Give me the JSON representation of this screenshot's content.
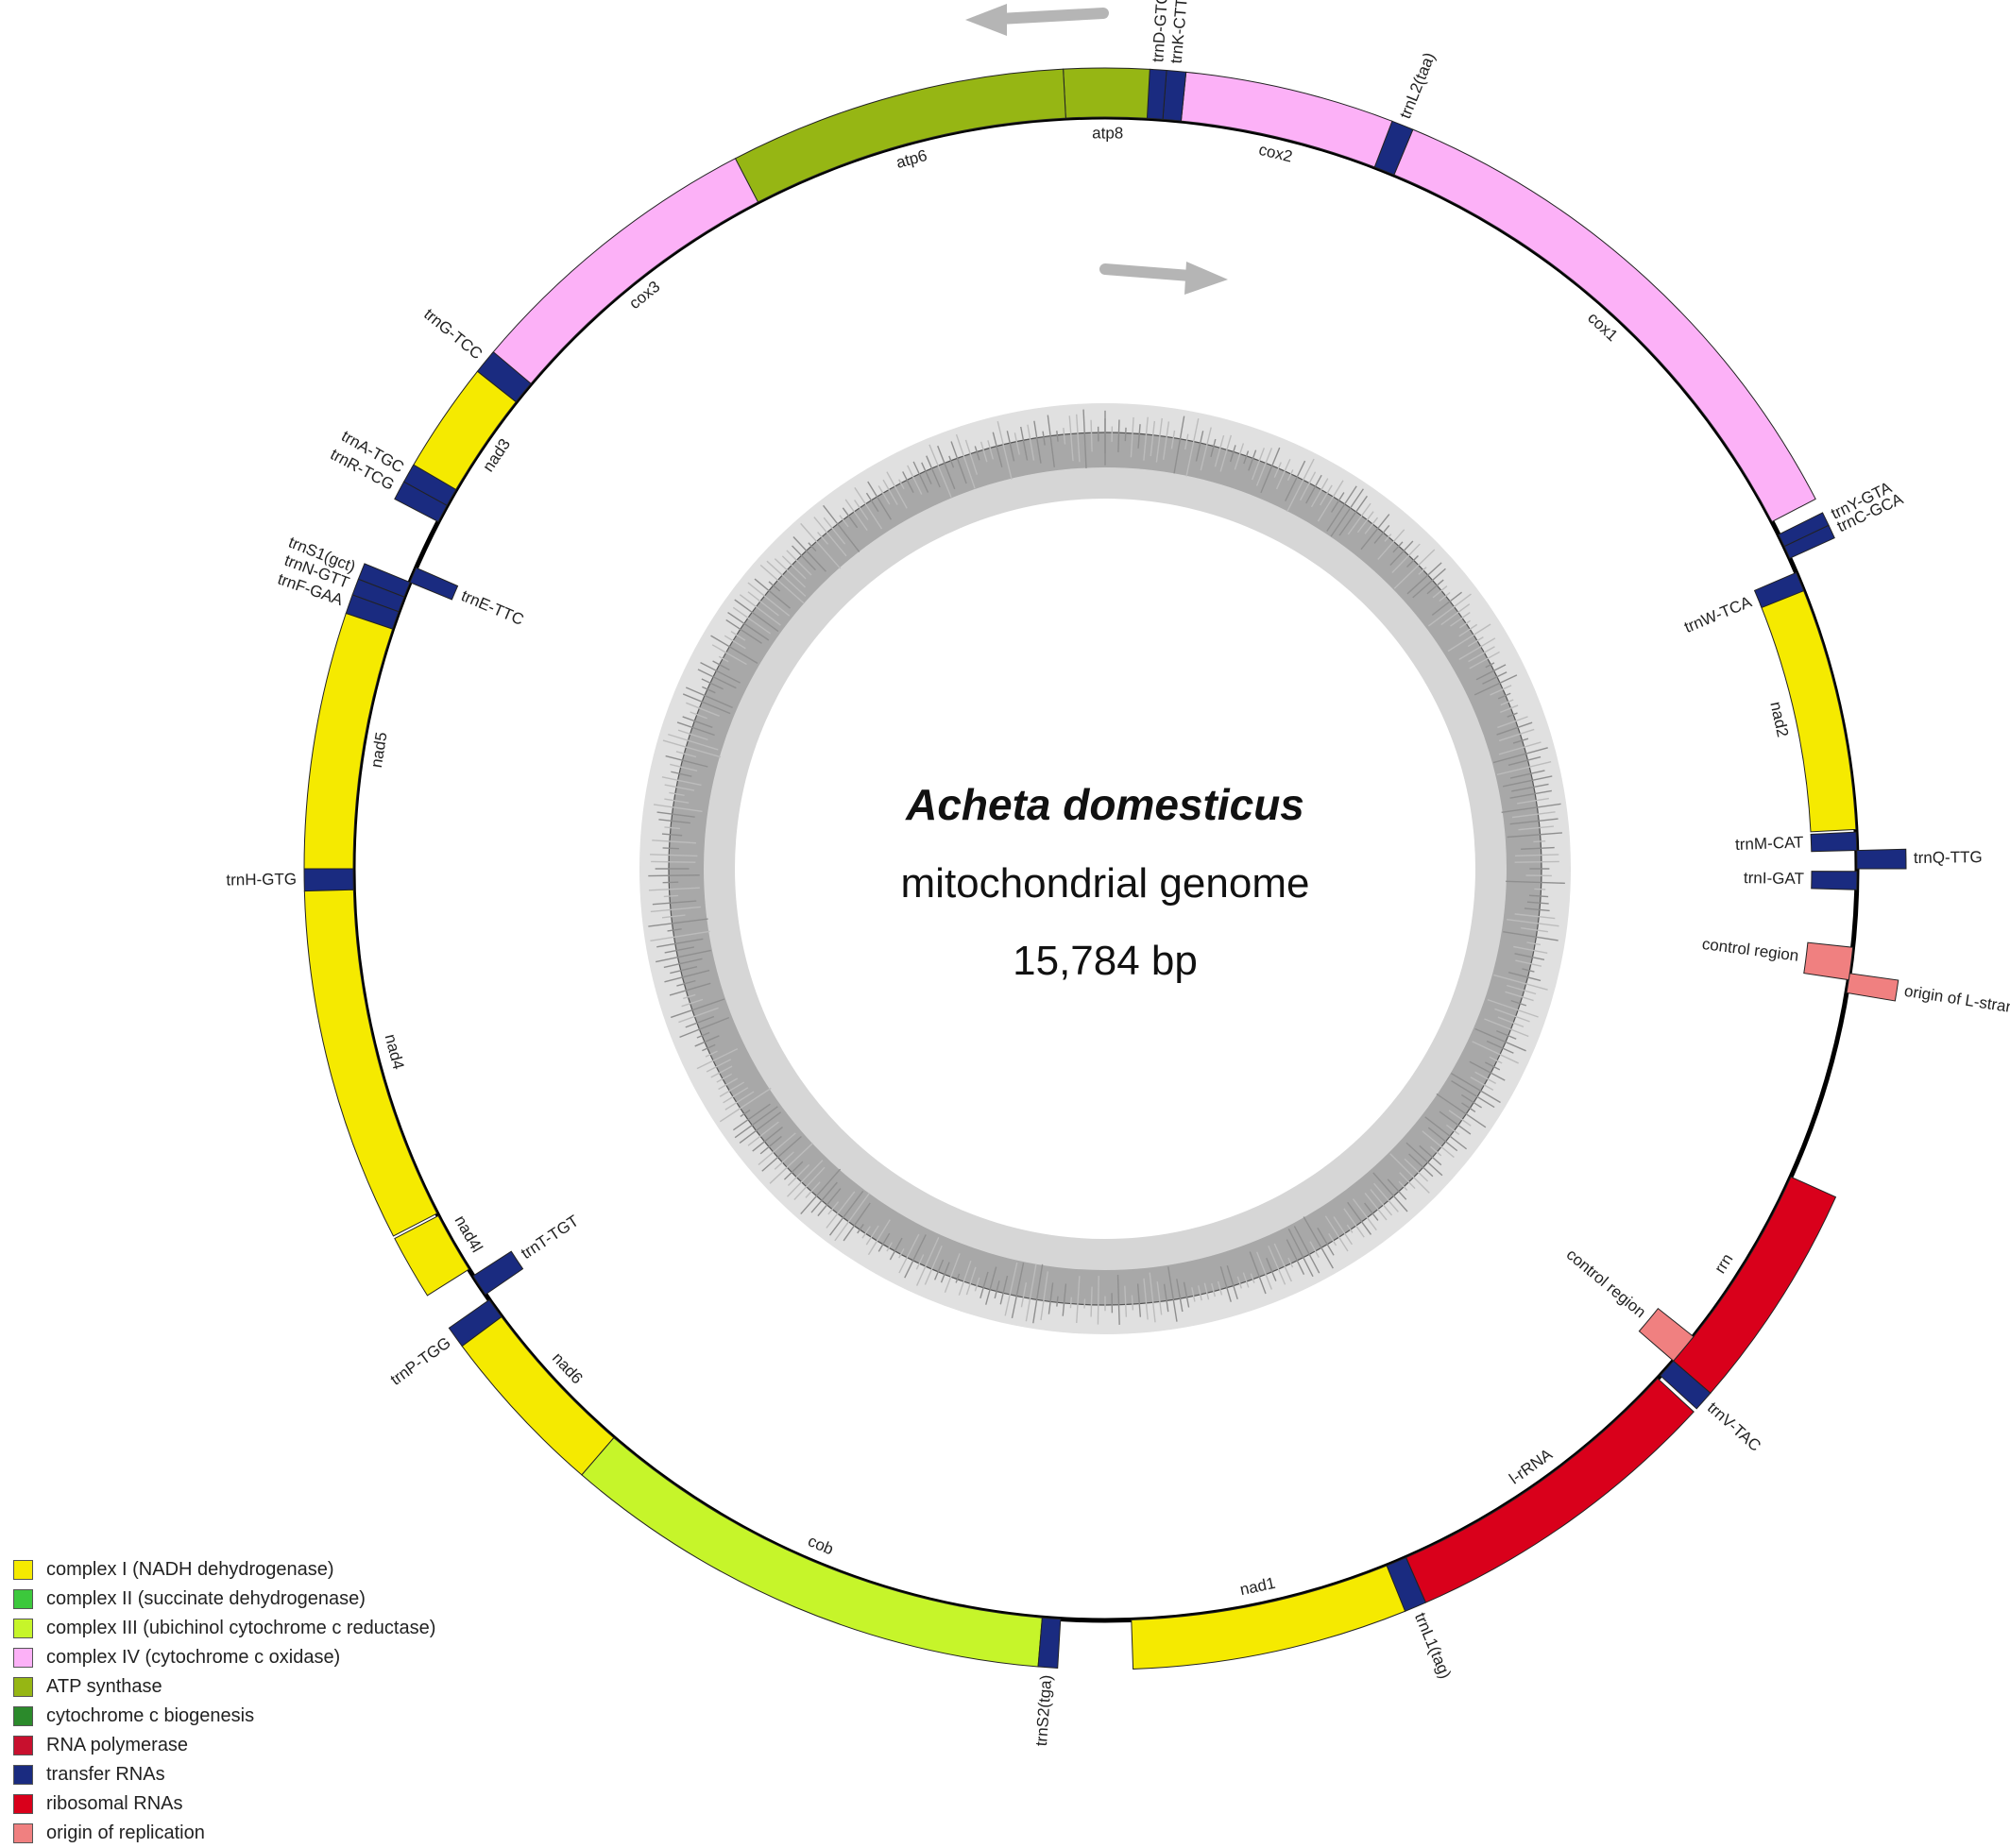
{
  "organism": "Acheta domesticus",
  "subtitle": "mitochondrial genome",
  "genome_size": "15,784 bp",
  "colors": {
    "complex_I": "#f5ea00",
    "complex_II": "#3cc83c",
    "complex_III": "#c6f52a",
    "complex_IV": "#fcb1f7",
    "atp": "#96b614",
    "cyt_c": "#2b8a2b",
    "rna_pol": "#c8102e",
    "trna": "#1a2b80",
    "rrna": "#d9001b",
    "ori": "#f08080"
  },
  "legend": [
    {
      "label": "complex I (NADH dehydrogenase)",
      "color": "#f5ea00"
    },
    {
      "label": "complex II (succinate dehydrogenase)",
      "color": "#3cc83c"
    },
    {
      "label": "complex III (ubichinol cytochrome c reductase)",
      "color": "#c6f52a"
    },
    {
      "label": "complex IV (cytochrome c oxidase)",
      "color": "#fcb1f7"
    },
    {
      "label": "ATP synthase",
      "color": "#96b614"
    },
    {
      "label": "cytochrome c biogenesis",
      "color": "#2b8a2b"
    },
    {
      "label": "RNA polymerase",
      "color": "#c8102e"
    },
    {
      "label": "transfer RNAs",
      "color": "#1a2b80"
    },
    {
      "label": "ribosomal RNAs",
      "color": "#d9001b"
    },
    {
      "label": "origin of replication",
      "color": "#f08080"
    }
  ],
  "features": [
    {
      "label": "atp8",
      "color": "#96b614",
      "start": 357.0,
      "end": 3.4,
      "strand": "out"
    },
    {
      "label": "atp6",
      "color": "#96b614",
      "start": 332.5,
      "end": 357.0,
      "strand": "out"
    },
    {
      "label": "cox3",
      "color": "#fcb1f7",
      "start": 310.0,
      "end": 332.5,
      "strand": "out"
    },
    {
      "label": "trnG-TCC",
      "color": "#1a2b80",
      "start": 308.4,
      "end": 310.2,
      "strand": "out"
    },
    {
      "label": "nad3",
      "color": "#f5ea00",
      "start": 300.0,
      "end": 308.4,
      "strand": "out"
    },
    {
      "label": "trnA-TGC",
      "color": "#1a2b80",
      "start": 298.9,
      "end": 300.3,
      "strand": "out"
    },
    {
      "label": "trnR-TCG",
      "color": "#1a2b80",
      "start": 297.5,
      "end": 298.9,
      "strand": "out"
    },
    {
      "label": "trnE-TTC",
      "color": "#1a2b80",
      "start": 292.4,
      "end": 293.6,
      "strand": "in"
    },
    {
      "label": "trnS1(gct)",
      "color": "#1a2b80",
      "start": 291.2,
      "end": 292.4,
      "strand": "out"
    },
    {
      "label": "trnN-GTT",
      "color": "#1a2b80",
      "start": 290.0,
      "end": 291.2,
      "strand": "out"
    },
    {
      "label": "trnF-GAA",
      "color": "#1a2b80",
      "start": 288.6,
      "end": 290.0,
      "strand": "out"
    },
    {
      "label": "nad5",
      "color": "#f5ea00",
      "start": 270.0,
      "end": 288.6,
      "strand": "out"
    },
    {
      "label": "trnH-GTG",
      "color": "#1a2b80",
      "start": 268.4,
      "end": 270.0,
      "strand": "out"
    },
    {
      "label": "nad4",
      "color": "#f5ea00",
      "start": 242.7,
      "end": 268.4,
      "strand": "out"
    },
    {
      "label": "nad4l",
      "color": "#f5ea00",
      "start": 237.8,
      "end": 242.5,
      "strand": "out"
    },
    {
      "label": "trnT-TGT",
      "color": "#1a2b80",
      "start": 235.5,
      "end": 237.2,
      "strand": "in"
    },
    {
      "label": "trnP-TGG",
      "color": "#1a2b80",
      "start": 233.4,
      "end": 235.0,
      "strand": "out"
    },
    {
      "label": "nad6",
      "color": "#f5ea00",
      "start": 220.8,
      "end": 233.4,
      "strand": "out"
    },
    {
      "label": "cob",
      "color": "#c6f52a",
      "start": 184.8,
      "end": 220.8,
      "strand": "out"
    },
    {
      "label": "trnS2(tga)",
      "color": "#1a2b80",
      "start": 183.4,
      "end": 184.8,
      "strand": "out"
    },
    {
      "label": "nad1",
      "color": "#f5ea00",
      "start": 158.0,
      "end": 178.0,
      "strand": "out"
    },
    {
      "label": "trnL1(tag)",
      "color": "#1a2b80",
      "start": 156.4,
      "end": 158.0,
      "strand": "out"
    },
    {
      "label": "l-rRNA",
      "color": "#d9001b",
      "start": 132.7,
      "end": 156.4,
      "strand": "out"
    },
    {
      "label": "trnV-TAC",
      "color": "#1a2b80",
      "start": 130.9,
      "end": 132.4,
      "strand": "out"
    },
    {
      "label": "rrn",
      "color": "#d9001b",
      "start": 114.2,
      "end": 130.9,
      "strand": "out"
    },
    {
      "label": "control region",
      "color": "#f08080",
      "start": 128.5,
      "end": 130.9,
      "strand": "in"
    },
    {
      "label": "origin of L-strand replication",
      "color": "#f08080",
      "start": 98.0,
      "end": 99.5,
      "strand": "out"
    },
    {
      "label": "control region",
      "color": "#f08080",
      "start": 96.0,
      "end": 98.5,
      "strand": "in"
    },
    {
      "label": "trnI-GAT",
      "color": "#1a2b80",
      "start": 90.2,
      "end": 91.6,
      "strand": "in"
    },
    {
      "label": "trnQ-TTG",
      "color": "#1a2b80",
      "start": 88.6,
      "end": 90.0,
      "strand": "out"
    },
    {
      "label": "trnM-CAT",
      "color": "#1a2b80",
      "start": 87.2,
      "end": 88.6,
      "strand": "in"
    },
    {
      "label": "nad2",
      "color": "#f5ea00",
      "start": 68.0,
      "end": 87.0,
      "strand": "in"
    },
    {
      "label": "trnW-TCA",
      "color": "#1a2b80",
      "start": 66.8,
      "end": 68.3,
      "strand": "in"
    },
    {
      "label": "trnC-GCA",
      "color": "#1a2b80",
      "start": 64.6,
      "end": 65.6,
      "strand": "out"
    },
    {
      "label": "trnY-GTA",
      "color": "#1a2b80",
      "start": 63.6,
      "end": 64.6,
      "strand": "out"
    },
    {
      "label": "cox1",
      "color": "#fcb1f7",
      "start": 22.6,
      "end": 62.5,
      "strand": "out"
    },
    {
      "label": "trnL2(taa)",
      "color": "#1a2b80",
      "start": 21.0,
      "end": 22.6,
      "strand": "out"
    },
    {
      "label": "cox2",
      "color": "#fcb1f7",
      "start": 5.8,
      "end": 21.0,
      "strand": "out"
    },
    {
      "label": "trnK-CTT",
      "color": "#1a2b80",
      "start": 4.4,
      "end": 5.8,
      "strand": "out"
    },
    {
      "label": "trnD-GTC",
      "color": "#1a2b80",
      "start": 3.2,
      "end": 4.4,
      "strand": "out"
    }
  ]
}
